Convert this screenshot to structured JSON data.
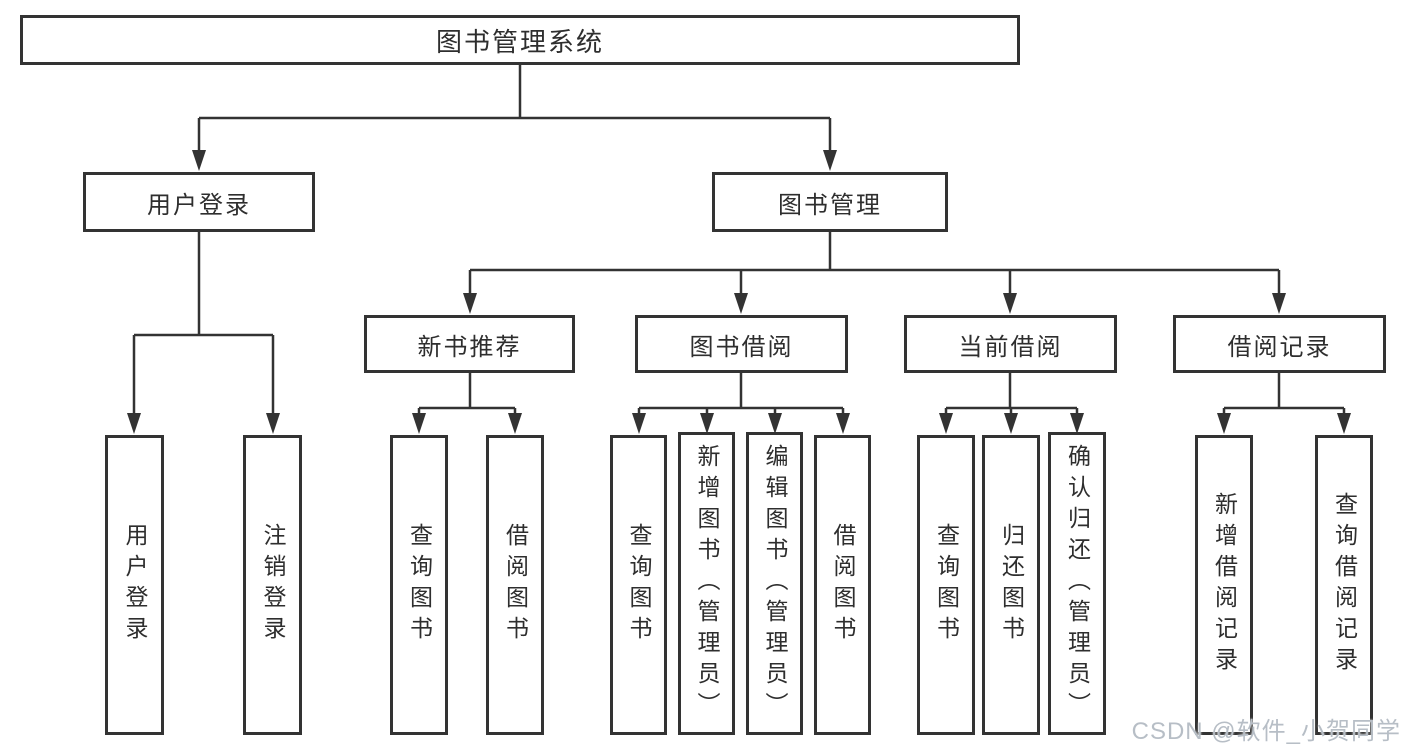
{
  "diagram_type": "hierarchy-tree",
  "colors": {
    "line": "#333333",
    "text": "#2e2e2e",
    "box_background": "#ffffff",
    "watermark": "#b7bec6"
  },
  "tree": {
    "label": "图书管理系统",
    "children": [
      {
        "label": "用户登录",
        "children": [
          {
            "label": "用户登录"
          },
          {
            "label": "注销登录"
          }
        ]
      },
      {
        "label": "图书管理",
        "children": [
          {
            "label": "新书推荐",
            "children": [
              {
                "label": "查询图书"
              },
              {
                "label": "借阅图书"
              }
            ]
          },
          {
            "label": "图书借阅",
            "children": [
              {
                "label": "查询图书"
              },
              {
                "label": "新增图书（管理员）"
              },
              {
                "label": "编辑图书（管理员）"
              },
              {
                "label": "借阅图书"
              }
            ]
          },
          {
            "label": "当前借阅",
            "children": [
              {
                "label": "查询图书"
              },
              {
                "label": "归还图书"
              },
              {
                "label": "确认归还（管理员）"
              }
            ]
          },
          {
            "label": "借阅记录",
            "children": [
              {
                "label": "新增借阅记录"
              },
              {
                "label": "查询借阅记录"
              }
            ]
          }
        ]
      }
    ]
  },
  "watermark": "CSDN @软件_小贺同学"
}
